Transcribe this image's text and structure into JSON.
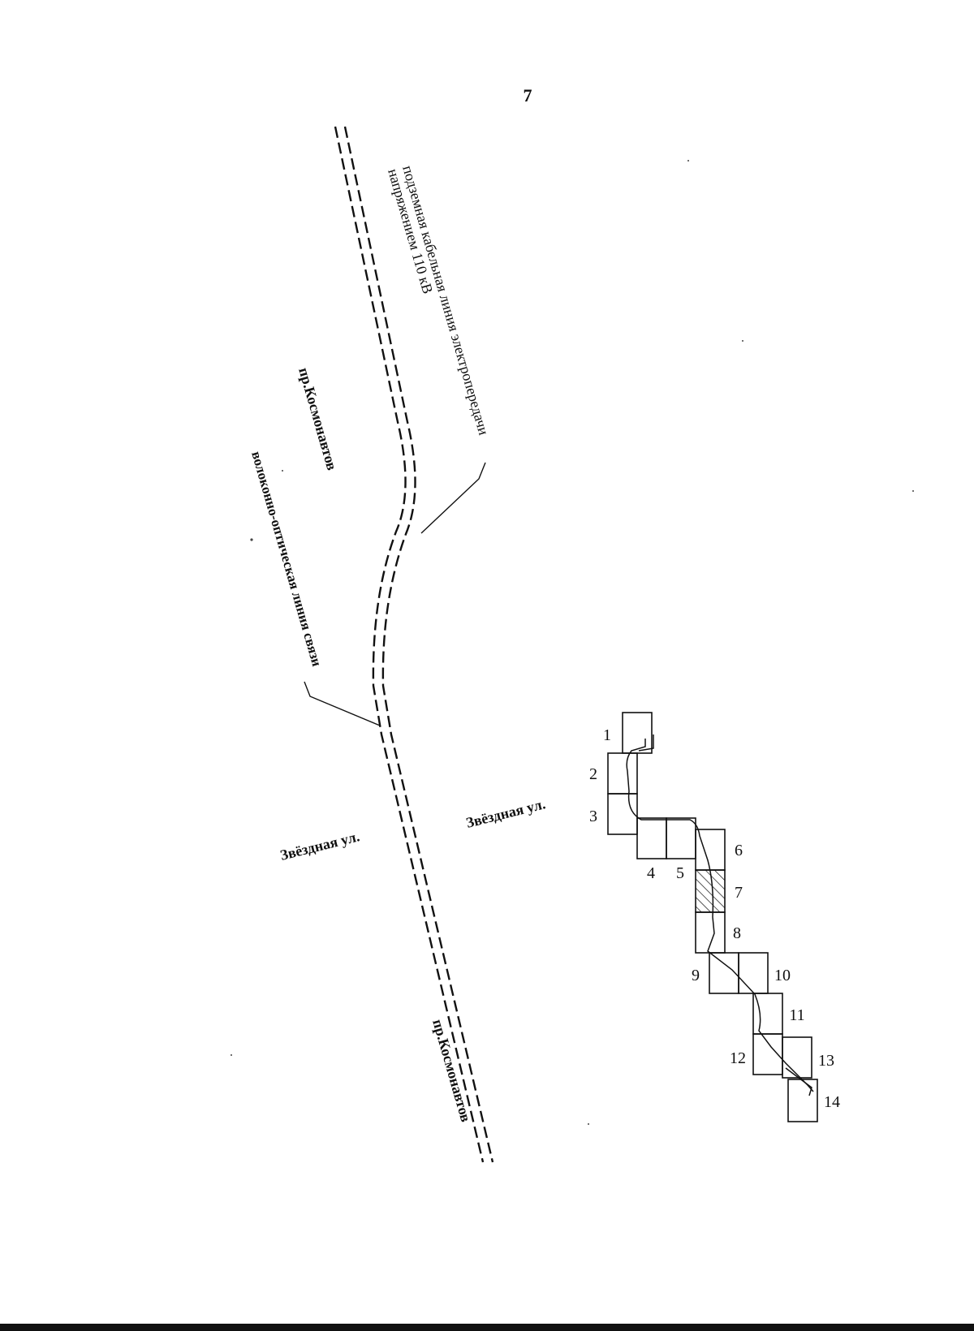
{
  "page_number": "7",
  "labels": {
    "cable_110kv_line1": "подземная кабельная линия электропередачи",
    "cable_110kv_line2": "напряжением 110 кВ",
    "fiber_optic": "волоконно-оптическая линия связи",
    "street_kosmonavtov_top": "пр.Космонавтов",
    "street_kosmonavtov_bottom": "пр.Космонавтов",
    "street_zvezdnaya_left": "Звёздная ул.",
    "street_zvezdnaya_right": "Звёздная ул."
  },
  "sheet_index": {
    "selected_sheet": "7",
    "sheets": [
      "1",
      "2",
      "3",
      "4",
      "5",
      "6",
      "7",
      "8",
      "9",
      "10",
      "11",
      "12",
      "13",
      "14"
    ]
  }
}
